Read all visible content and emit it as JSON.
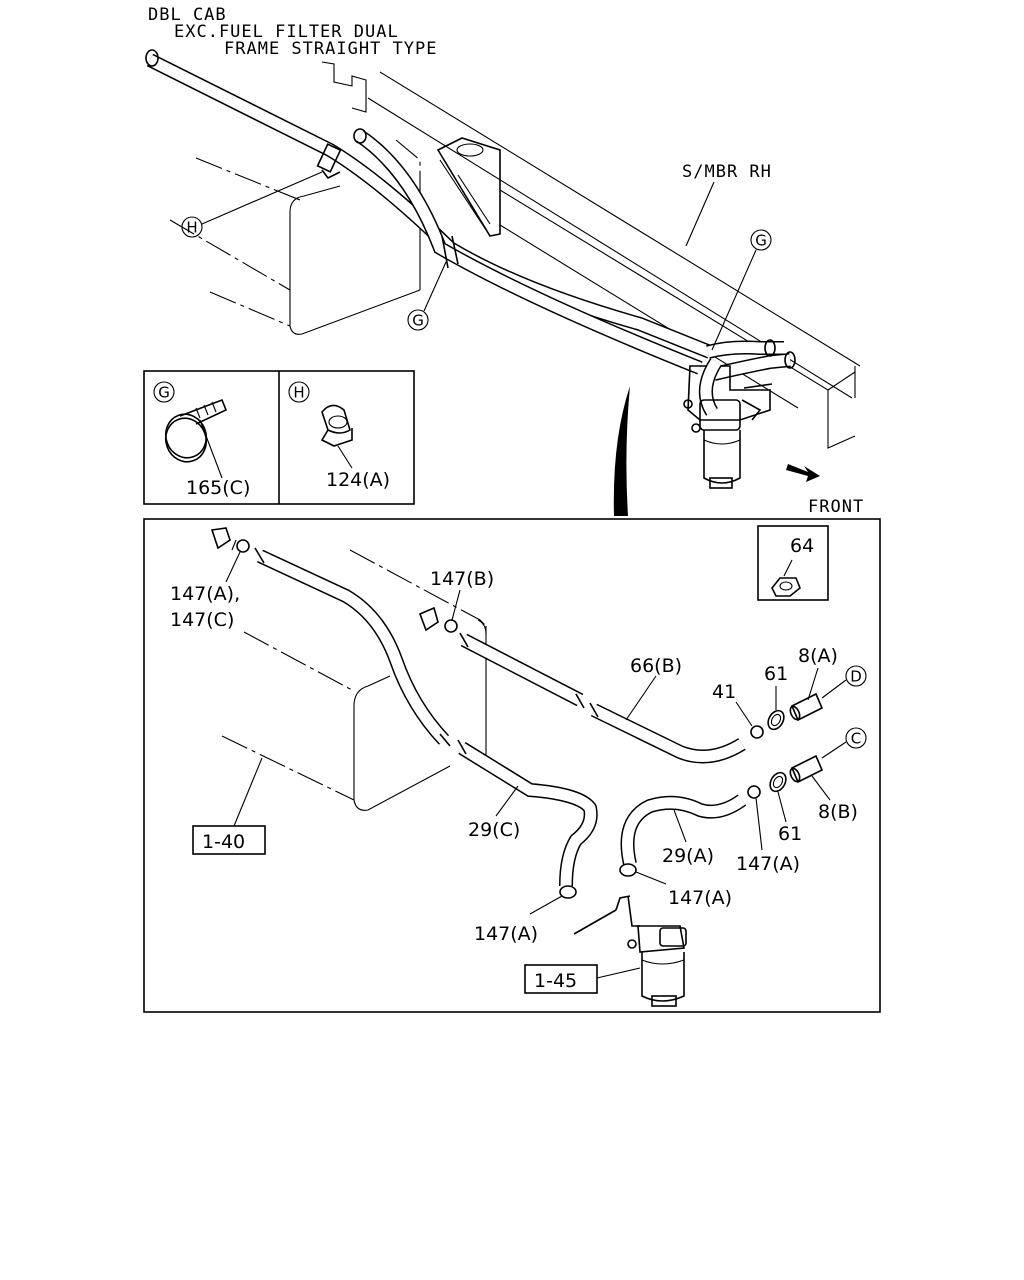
{
  "header": {
    "line1": "DBL CAB",
    "line2": "EXC.FUEL FILTER DUAL",
    "line3": "FRAME STRAIGHT TYPE"
  },
  "top_view": {
    "smbr_label": "S/MBR RH",
    "front_label": "FRONT",
    "callout_g_upper": "G",
    "callout_g_lower": "G",
    "callout_h": "H"
  },
  "inset_g": {
    "callout": "G",
    "part": "165(C)"
  },
  "inset_h": {
    "callout": "H",
    "part": "124(A)"
  },
  "detail": {
    "labels": {
      "p147ac_1": "147(A),",
      "p147ac_2": "147(C)",
      "p147b": "147(B)",
      "p66b": "66(B)",
      "p41": "41",
      "p61_top": "61",
      "p8a": "8(A)",
      "p8b": "8(B)",
      "p61_bot": "61",
      "p29c": "29(C)",
      "p29a": "29(A)",
      "p147a_right": "147(A)",
      "p147a_mid": "147(A)",
      "p147a_left": "147(A)",
      "p64": "64",
      "ref_1_40": "1-40",
      "ref_1_45": "1-45",
      "callout_d": "D",
      "callout_c": "C"
    }
  }
}
